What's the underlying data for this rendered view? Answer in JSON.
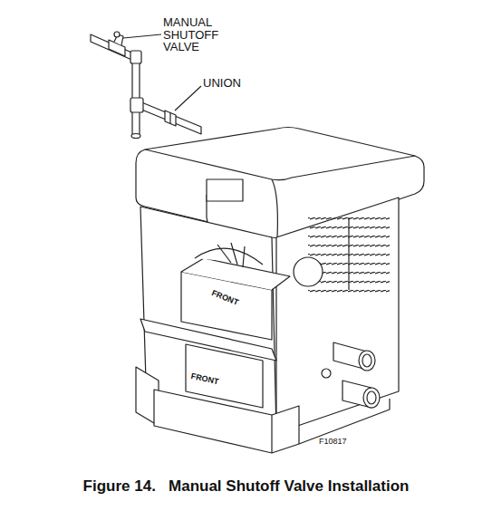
{
  "diagram": {
    "caption": "Figure 14.   Manual Shutoff Valve Installation",
    "labels": [
      "MANUAL SHUTOFF VALVE",
      "UNION",
      "FRONT",
      "FRONT",
      "F10817"
    ]
  }
}
